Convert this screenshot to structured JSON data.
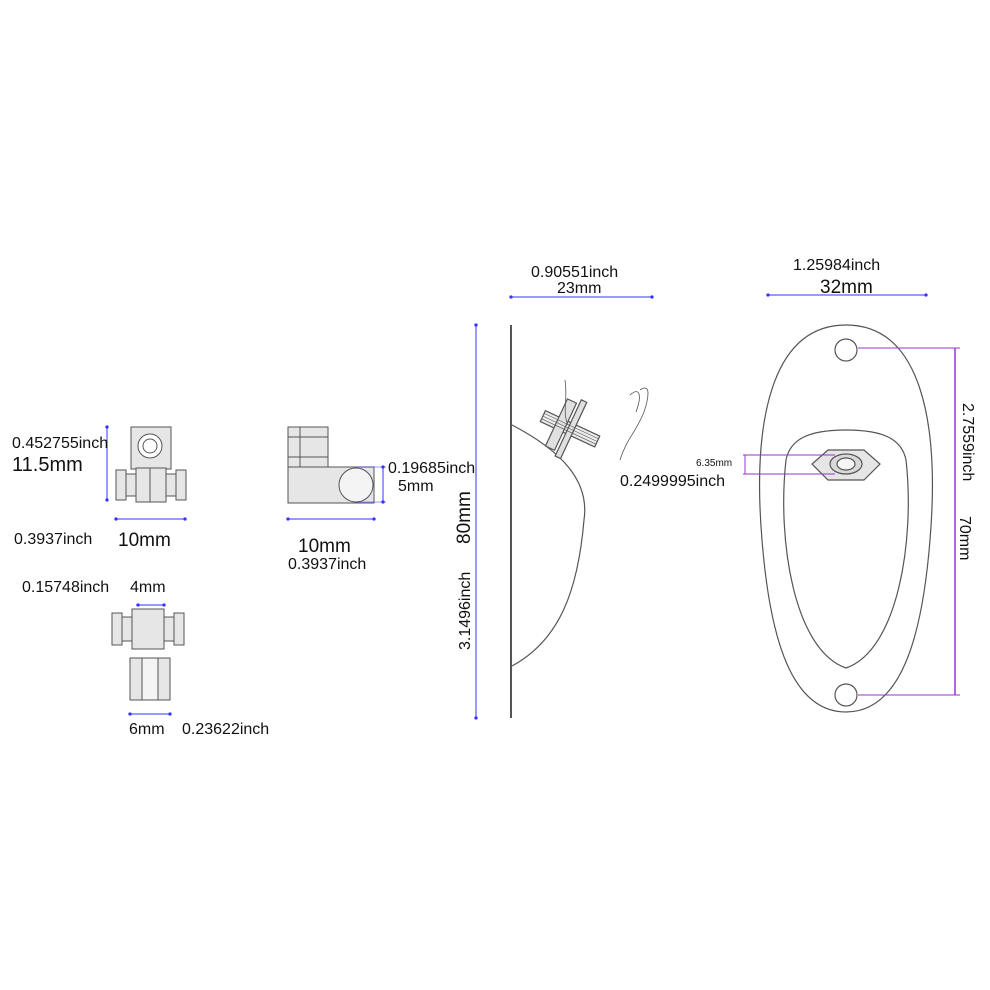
{
  "colors": {
    "dimension_line": "#3333ff",
    "purple_line": "#9933cc",
    "outline": "#555555",
    "part_fill": "#e6e6e6"
  },
  "labels": {
    "jack_height_inch": "0.452755inch",
    "jack_height_mm": "11.5mm",
    "jack_width_inch": "0.3937inch",
    "jack_width_mm": "10mm",
    "side_height_inch": "0.19685inch",
    "side_height_mm": "5mm",
    "side_width_mm": "10mm",
    "side_width_inch": "0.3937inch",
    "top_width_inch": "0.15748inch",
    "top_width_mm": "4mm",
    "bottom_width_mm": "6mm",
    "bottom_width_inch": "0.23622inch",
    "profile_width_inch": "0.90551inch",
    "profile_width_mm": "23mm",
    "profile_height_inch": "3.1496inch",
    "profile_height_mm": "80mm",
    "plate_width_inch": "1.25984inch",
    "plate_width_mm": "32mm",
    "hole_mm": "6.35mm",
    "hole_inch": "0.2499995inch",
    "plate_spacing_inch": "2.7559inch",
    "plate_spacing_mm": "70mm"
  }
}
